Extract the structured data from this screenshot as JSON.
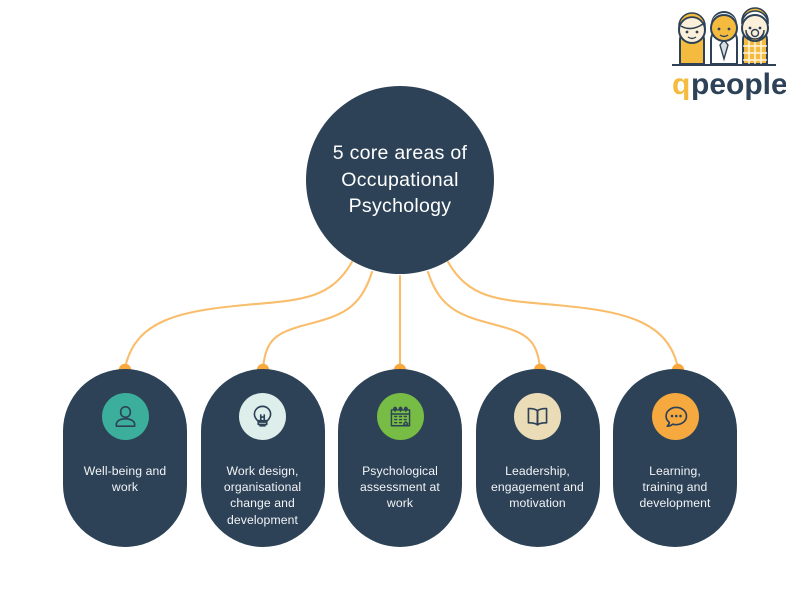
{
  "page": {
    "background_color": "#ffffff",
    "navy": "#2d4257",
    "orange": "#f5a93f"
  },
  "logo": {
    "name": "qpeople-logo",
    "text_q": "q",
    "text_people": "people",
    "q_color": "#f5bb3f",
    "people_color": "#2d4257",
    "figures": [
      "person-female-blonde",
      "person-male-tie",
      "person-male-beard"
    ]
  },
  "hub": {
    "name": "central-hub",
    "title": "5 core areas of\nOccupational\nPsychology",
    "fill": "#2d4257",
    "text_color": "#ffffff"
  },
  "connectors": {
    "color": "#f9bd6b",
    "dot_color": "#f9a83c",
    "count": 5
  },
  "nodes": [
    {
      "id": "well-being-and-work",
      "label": "Well-being and\nwork",
      "icon": "person-icon",
      "icon_bg": "#3baf9b",
      "icon_stroke": "#2d4257",
      "card_fill": "#2d4257"
    },
    {
      "id": "work-design-organisational-change-and-development",
      "label": "Work design,\norganisational\nchange and\ndevelopment",
      "icon": "lightbulb-icon",
      "icon_bg": "#deeeeb",
      "icon_stroke": "#2d4257",
      "card_fill": "#2d4257"
    },
    {
      "id": "psychological-assessment-at-work",
      "label": "Psychological\nassessment at\nwork",
      "icon": "calendar-icon",
      "icon_bg": "#77bc45",
      "icon_stroke": "#2d4257",
      "card_fill": "#2d4257"
    },
    {
      "id": "leadership-engagement-and-motivation",
      "label": "Leadership,\nengagement and\nmotivation",
      "icon": "open-book-icon",
      "icon_bg": "#ebdcb8",
      "icon_stroke": "#2d4257",
      "card_fill": "#2d4257"
    },
    {
      "id": "learning-training-and-development",
      "label": "Learning,\ntraining and\ndevelopment",
      "icon": "speech-bubble-icon",
      "icon_bg": "#f5a93f",
      "icon_stroke": "#2d4257",
      "card_fill": "#2d4257"
    }
  ]
}
